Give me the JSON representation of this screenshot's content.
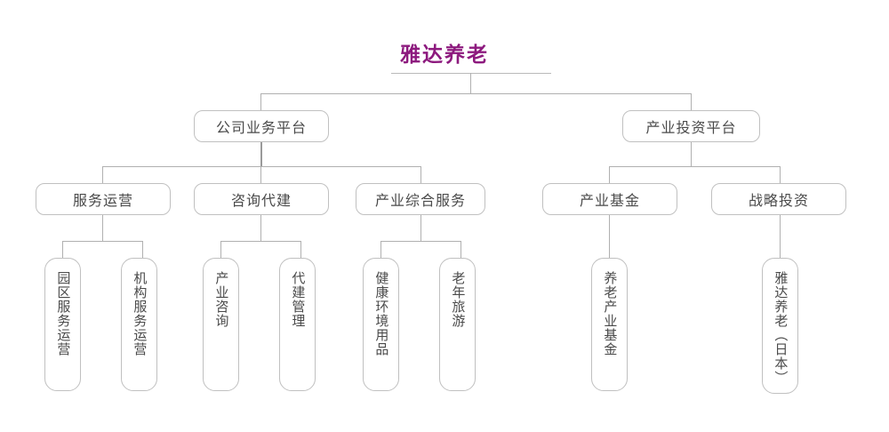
{
  "diagram": {
    "type": "organization-chart",
    "title": "雅达养老",
    "title_color": "#8d1a7e",
    "box_border_color": "#c0c0c0",
    "connector_color": "#b0b0b0",
    "text_color": "#4a4a4a",
    "levels": {
      "level2": [
        {
          "label": "公司业务平台"
        },
        {
          "label": "产业投资平台"
        }
      ],
      "level3": [
        {
          "label": "服务运营"
        },
        {
          "label": "咨询代建"
        },
        {
          "label": "产业综合服务"
        },
        {
          "label": "产业基金"
        },
        {
          "label": "战略投资"
        }
      ],
      "level4": [
        {
          "label": "园区服务运营"
        },
        {
          "label": "机构服务运营"
        },
        {
          "label": "产业咨询"
        },
        {
          "label": "代建管理"
        },
        {
          "label": "健康环境用品"
        },
        {
          "label": "老年旅游"
        },
        {
          "label": "养老产业基金"
        },
        {
          "label": "雅达养老（日本）"
        }
      ]
    }
  }
}
